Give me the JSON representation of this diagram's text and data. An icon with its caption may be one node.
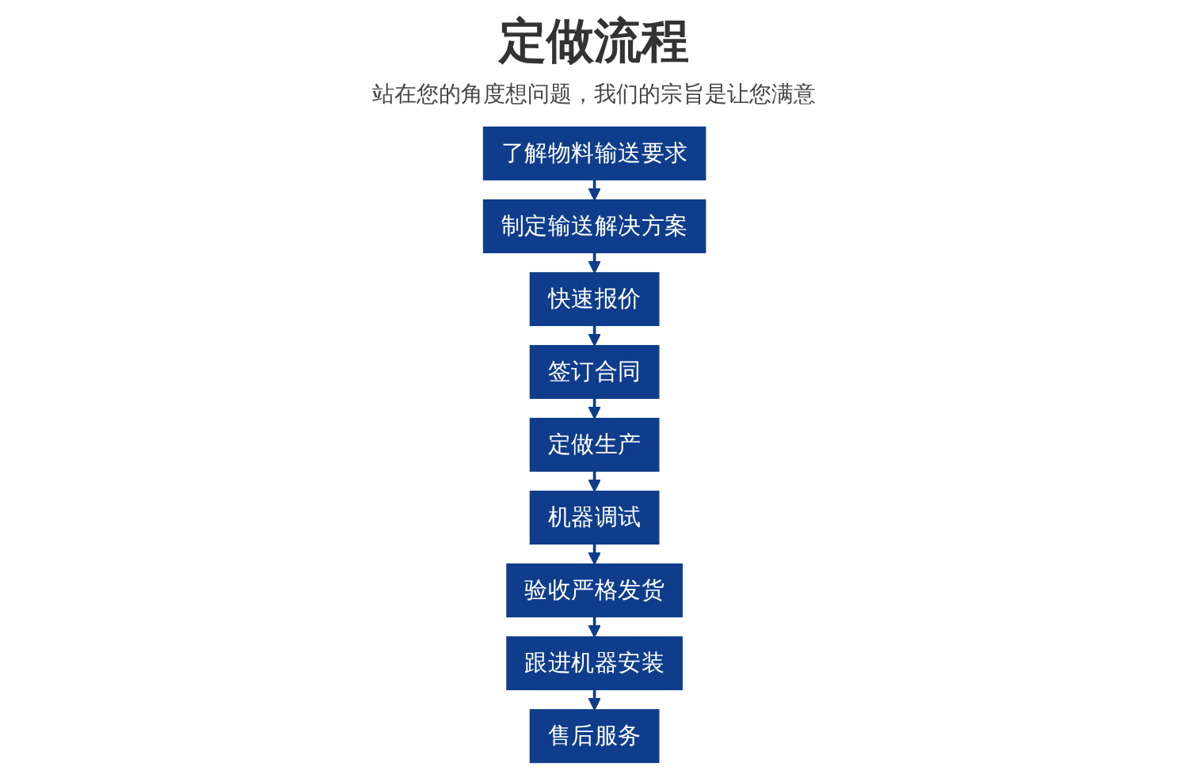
{
  "diagram": {
    "title": "定做流程",
    "nodes": [
      {
        "text": [
          "了解物料输送要求"
        ]
      },
      {
        "text": [
          "制定输送解决方案"
        ]
      },
      {
        "text": [
          "快速报价"
        ]
      },
      {
        "text": [
          "机器调试"
        ]
      },
      {
        "text": [
          "定做生产"
        ]
      },
      {
        "text": [
          "签订合同"
        ]
      },
      {
        "text": [
          "验收严格发货"
        ]
      },
      {
        "text": [
          "跟进机器安装"
        ]
      },
      {
        "text": [
          "售后服务"
        ]
      }
    ],
    "edges": [
      {
        "from": 0,
        "to": 1,
        "arrow": "to"
      },
      {
        "from": 1,
        "to": 2,
        "arrow": "to"
      },
      {
        "from": 2,
        "to": 5,
        "arrow": "to"
      },
      {
        "from": 5,
        "to": 4,
        "arrow": "to"
      },
      {
        "from": 4,
        "to": 3,
        "arrow": "to"
      },
      {
        "from": 3,
        "to": 6,
        "arrow": "to"
      },
      {
        "from": 6,
        "to": 7,
        "arrow": "to"
      },
      {
        "from": 7,
        "to": 8,
        "arrow": "to"
      }
    ],
    "labels": [
      "站在您的角度想问题，我们的宗旨是让您满意"
    ]
  }
}
